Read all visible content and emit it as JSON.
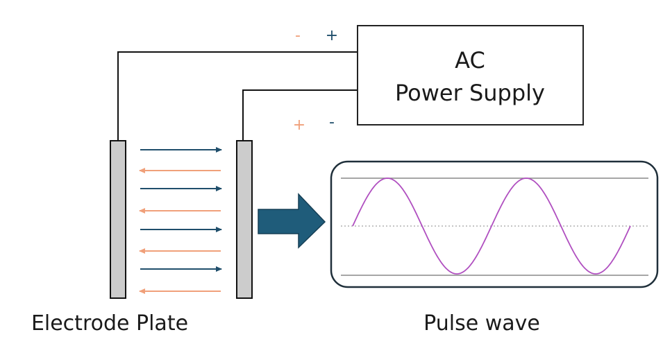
{
  "power_supply": {
    "line1": "AC",
    "line2": "Power Supply",
    "top_signs": [
      "-",
      "+"
    ],
    "bottom_signs": [
      "+",
      "-"
    ]
  },
  "labels": {
    "electrode": "Electrode Plate",
    "pulse": "Pulse wave"
  },
  "colors": {
    "negative_blue": "#1f4e6b",
    "positive_orange": "#f0a07a",
    "plate_fill": "#cccccc",
    "wave": "#b04fc0",
    "big_arrow": "#1f5c7a"
  },
  "field_arrows": [
    "right",
    "left",
    "right",
    "left",
    "right",
    "left",
    "right",
    "left"
  ]
}
